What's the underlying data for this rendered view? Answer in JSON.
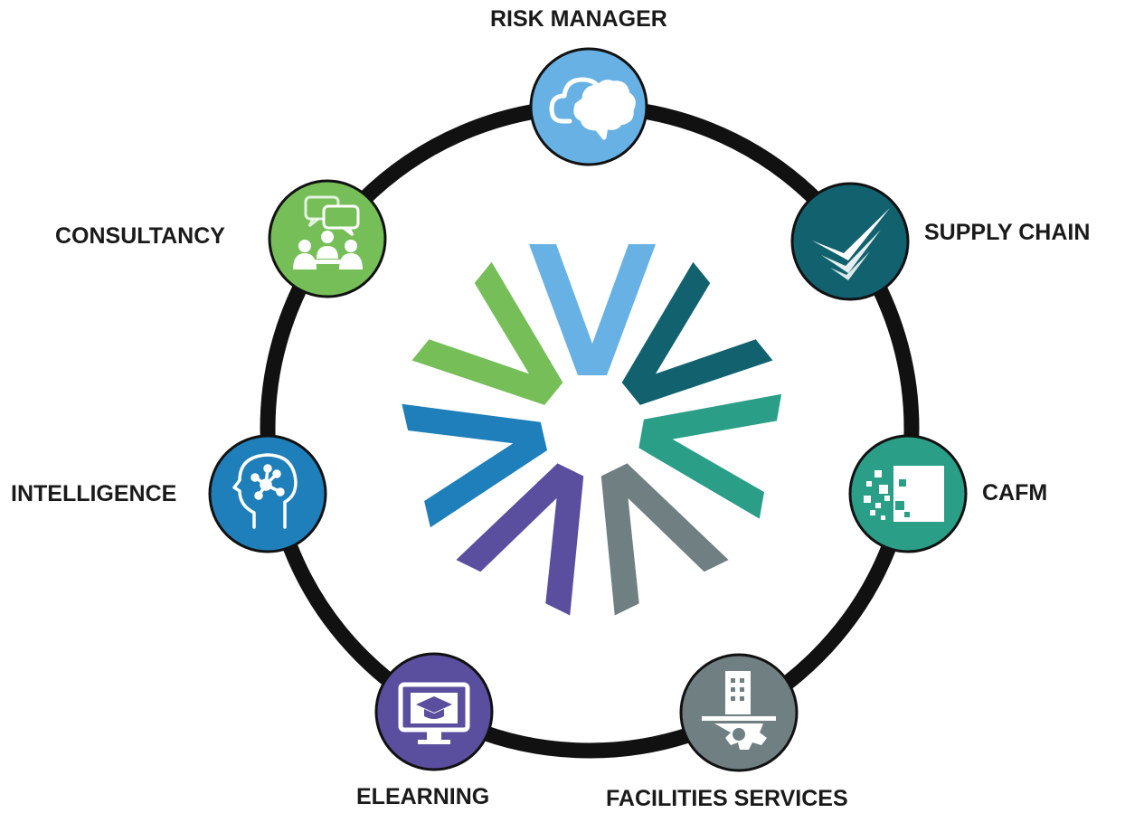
{
  "diagram": {
    "nodes": [
      {
        "id": "risk-manager",
        "label": "RISK MANAGER",
        "color": "#67B1E4",
        "icon": "cloud-brain-icon"
      },
      {
        "id": "supply-chain",
        "label": "SUPPLY CHAIN",
        "color": "#11616E",
        "icon": "chevrons-check-icon"
      },
      {
        "id": "cafm",
        "label": "CAFM",
        "color": "#2A9E86",
        "icon": "pixel-square-icon"
      },
      {
        "id": "facilities-services",
        "label": "FACILITIES SERVICES",
        "color": "#6F7F82",
        "icon": "building-gear-icon"
      },
      {
        "id": "elearning",
        "label": "ELEARNING",
        "color": "#5A4E9F",
        "icon": "monitor-graduation-cap-icon"
      },
      {
        "id": "intelligence",
        "label": "INTELLIGENCE",
        "color": "#1F7FBA",
        "icon": "head-network-icon"
      },
      {
        "id": "consultancy",
        "label": "CONSULTANCY",
        "color": "#76BE58",
        "icon": "meeting-chat-icon"
      }
    ],
    "ring_color": "#111111",
    "center_logo": "chevron-starburst-logo"
  }
}
